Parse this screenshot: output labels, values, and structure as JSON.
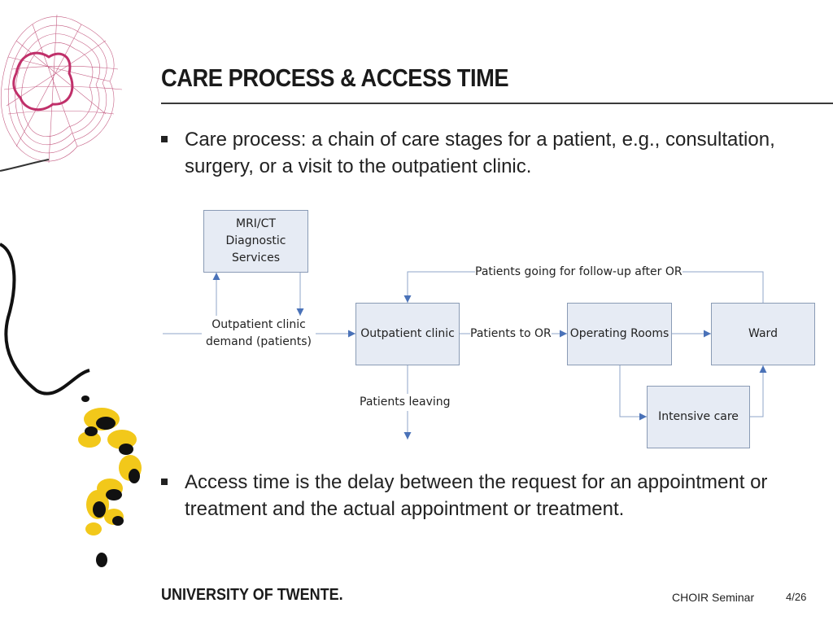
{
  "slide": {
    "title": "CARE PROCESS & ACCESS TIME",
    "bullets": [
      "Care process: a chain of care stages for a patient, e.g., consultation, surgery, or a visit to the outpatient clinic.",
      "Access time is the delay between the request for an appointment or treatment and the actual appointment or treatment."
    ]
  },
  "diagram": {
    "boxes": {
      "mri": "MRI/CT Diagnostic Services",
      "outpatient": "Outpatient clinic",
      "operating": "Operating Rooms",
      "ward": "Ward",
      "intensive": "Intensive care"
    },
    "labels": {
      "demand": "Outpatient clinic demand (patients)",
      "to_or": "Patients to OR",
      "followup": "Patients going for follow-up after OR",
      "leaving": "Patients leaving"
    }
  },
  "footer": {
    "logo": "UNIVERSITY OF TWENTE.",
    "seminar": "CHOIR Seminar",
    "page": "4/26"
  },
  "colors": {
    "box_fill": "#e6ebf4",
    "box_border": "#8a9bb5",
    "arrow": "#4a72b8",
    "deco_pink": "#c0306a",
    "deco_yellow": "#f2c81a"
  }
}
